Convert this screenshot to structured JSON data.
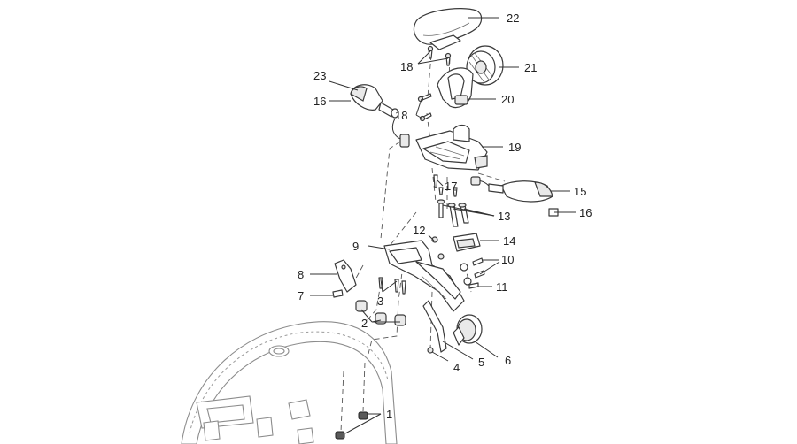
{
  "callouts": [
    {
      "id": "1",
      "label": "1"
    },
    {
      "id": "2",
      "label": "2"
    },
    {
      "id": "3",
      "label": "3"
    },
    {
      "id": "4",
      "label": "4"
    },
    {
      "id": "5",
      "label": "5"
    },
    {
      "id": "6",
      "label": "6"
    },
    {
      "id": "7",
      "label": "7"
    },
    {
      "id": "8",
      "label": "8"
    },
    {
      "id": "9",
      "label": "9"
    },
    {
      "id": "10",
      "label": "10"
    },
    {
      "id": "11",
      "label": "11"
    },
    {
      "id": "12",
      "label": "12"
    },
    {
      "id": "13",
      "label": "13"
    },
    {
      "id": "14",
      "label": "14"
    },
    {
      "id": "15",
      "label": "15"
    },
    {
      "id": "16a",
      "label": "16"
    },
    {
      "id": "16b",
      "label": "16"
    },
    {
      "id": "17",
      "label": "17"
    },
    {
      "id": "18a",
      "label": "18"
    },
    {
      "id": "18b",
      "label": "18"
    },
    {
      "id": "19",
      "label": "19"
    },
    {
      "id": "20",
      "label": "20"
    },
    {
      "id": "21",
      "label": "21"
    },
    {
      "id": "22",
      "label": "22"
    },
    {
      "id": "23",
      "label": "23"
    }
  ],
  "colors": {
    "line": "#3a3a3a",
    "fender": "#8c8c8c",
    "background": "#ffffff"
  }
}
